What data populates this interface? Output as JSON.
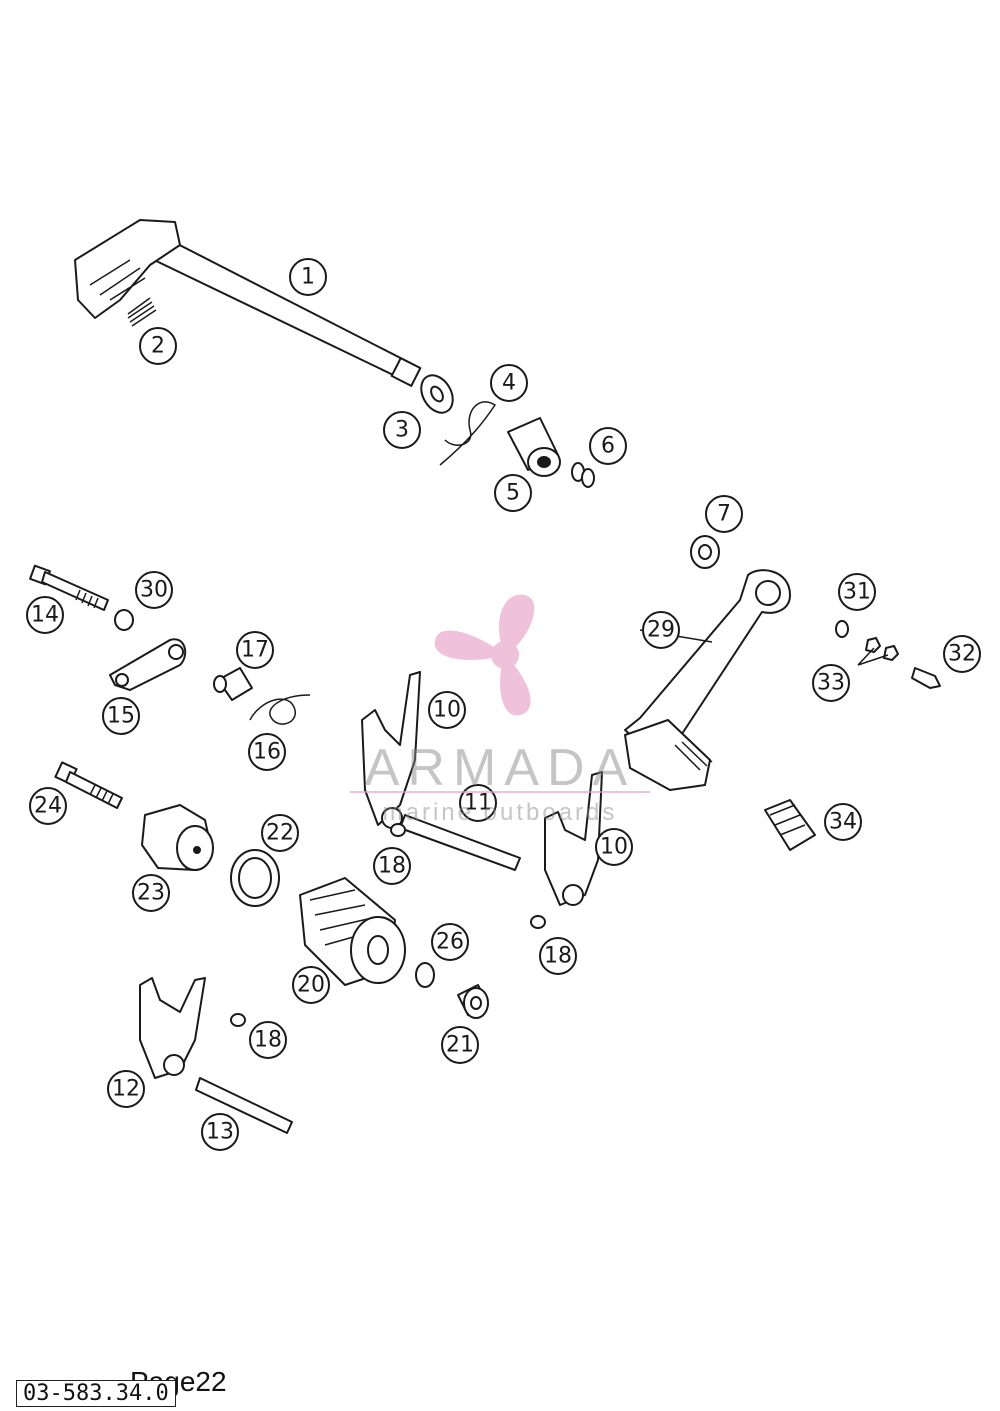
{
  "callouts": [
    {
      "label": "1"
    },
    {
      "label": "2"
    },
    {
      "label": "3"
    },
    {
      "label": "4"
    },
    {
      "label": "5"
    },
    {
      "label": "6"
    },
    {
      "label": "7"
    },
    {
      "label": "10"
    },
    {
      "label": "10"
    },
    {
      "label": "11"
    },
    {
      "label": "12"
    },
    {
      "label": "13"
    },
    {
      "label": "14"
    },
    {
      "label": "15"
    },
    {
      "label": "16"
    },
    {
      "label": "17"
    },
    {
      "label": "18"
    },
    {
      "label": "18"
    },
    {
      "label": "18"
    },
    {
      "label": "20"
    },
    {
      "label": "21"
    },
    {
      "label": "22"
    },
    {
      "label": "23"
    },
    {
      "label": "24"
    },
    {
      "label": "26"
    },
    {
      "label": "29"
    },
    {
      "label": "30"
    },
    {
      "label": "31"
    },
    {
      "label": "32"
    },
    {
      "label": "33"
    },
    {
      "label": "34"
    }
  ],
  "watermark": {
    "brand": "ARMADA",
    "tagline": "marine outboards",
    "logo_color": "#e8a0c8"
  },
  "footer": {
    "page_label": "Page22",
    "doc_code": "03-583.34.0"
  }
}
